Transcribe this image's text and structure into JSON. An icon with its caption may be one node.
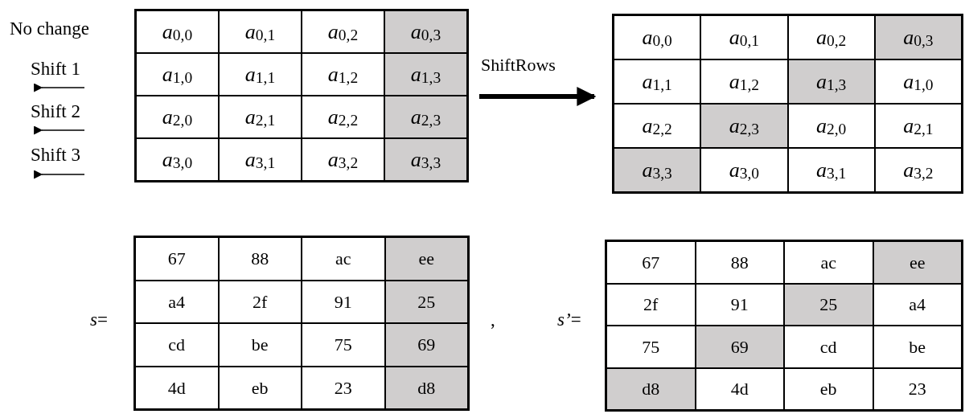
{
  "diagram": {
    "nodes": [
      {
        "text": [
          "*a*$_{0,0}$",
          "*a*$_{0,1}$",
          "*a*$_{0,2}$",
          "*a*$_{0,3}$",
          "*a*$_{1,0}$",
          "*a*$_{1,1}$",
          "*a*$_{1,2}$",
          "*a*$_{1,3}$",
          "*a*$_{2,0}$",
          "*a*$_{2,1}$",
          "*a*$_{2,2}$",
          "*a*$_{2,3}$",
          "*a*$_{3,0}$",
          "*a*$_{3,1}$",
          "*a*$_{3,2}$",
          "*a*$_{3,3}$"
        ]
      },
      {
        "text": [
          "*a*$_{0,0}$",
          "*a*$_{0,1}$",
          "*a*$_{0,2}$",
          "*a*$_{0,3}$",
          "*a*$_{1,1}$",
          "*a*$_{1,2}$",
          "*a*$_{1,3}$",
          "*a*$_{1,0}$",
          "*a*$_{2,2}$",
          "*a*$_{2,3}$",
          "*a*$_{2,0}$",
          "*a*$_{2,1}$",
          "*a*$_{3,3}$",
          "*a*$_{3,0}$",
          "*a*$_{3,1}$",
          "*a*$_{3,2}$"
        ]
      },
      {
        "text": [
          "67",
          "88",
          "ac",
          "ee",
          "a4",
          "2f",
          "91",
          "25",
          "cd",
          "be",
          "75",
          "69",
          "4d",
          "eb",
          "23",
          "d8"
        ]
      },
      {
        "text": [
          "67",
          "88",
          "ac",
          "ee",
          "2f",
          "91",
          "25",
          "a4",
          "75",
          "69",
          "cd",
          "be",
          "d8",
          "4d",
          "eb",
          "23"
        ]
      }
    ],
    "edges": [
      {
        "from": 0,
        "to": 1,
        "arrow": "to",
        "label": "ShiftRows"
      }
    ],
    "labels": [
      "No change",
      "Shift 1",
      "Shift 2",
      "Shift 3",
      "*s*=",
      ",",
      "*s’*="
    ]
  }
}
